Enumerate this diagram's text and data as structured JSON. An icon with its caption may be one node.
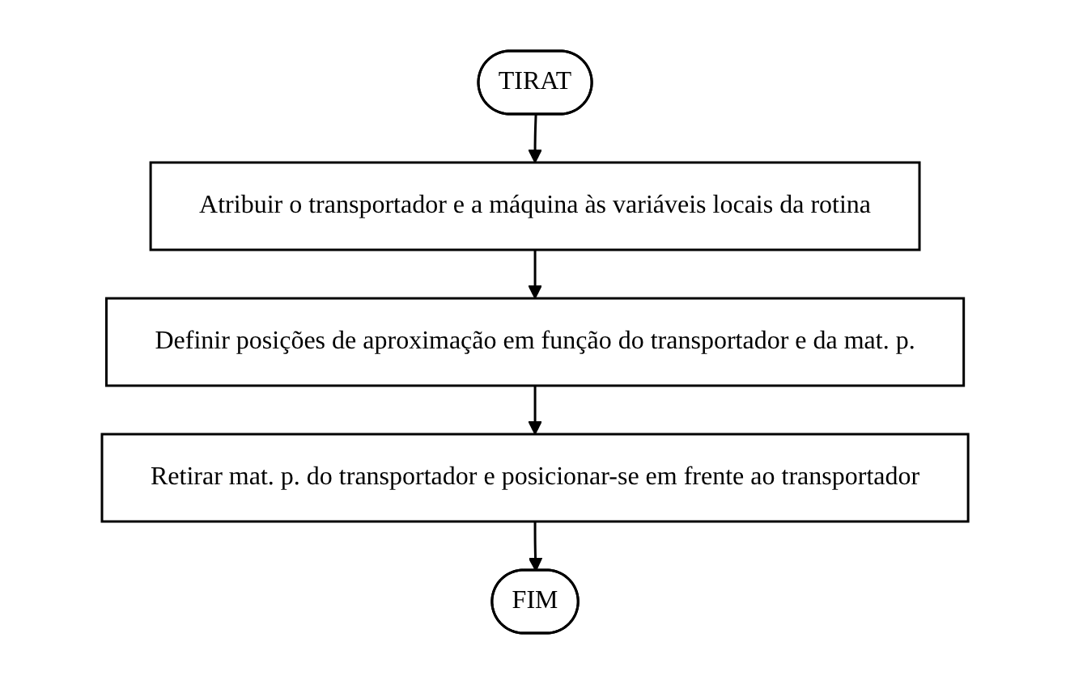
{
  "diagram": {
    "nodes": [
      {
        "text": [
          "TIRAT"
        ]
      },
      {
        "text": [
          "Atribuir o transportador e a máquina às variáveis locais da rotina"
        ]
      },
      {
        "text": [
          "Definir posições de aproximação em função do transportador e da mat. p."
        ]
      },
      {
        "text": [
          "Retirar mat. p. do transportador e posicionar-se em frente ao transportador"
        ]
      },
      {
        "text": [
          "FIM"
        ]
      }
    ],
    "edges": [
      {
        "from": 0,
        "to": 1,
        "arrow": "to"
      },
      {
        "from": 1,
        "to": 2,
        "arrow": "to"
      },
      {
        "from": 2,
        "to": 3,
        "arrow": "to"
      },
      {
        "from": 3,
        "to": 4,
        "arrow": "to"
      }
    ]
  }
}
